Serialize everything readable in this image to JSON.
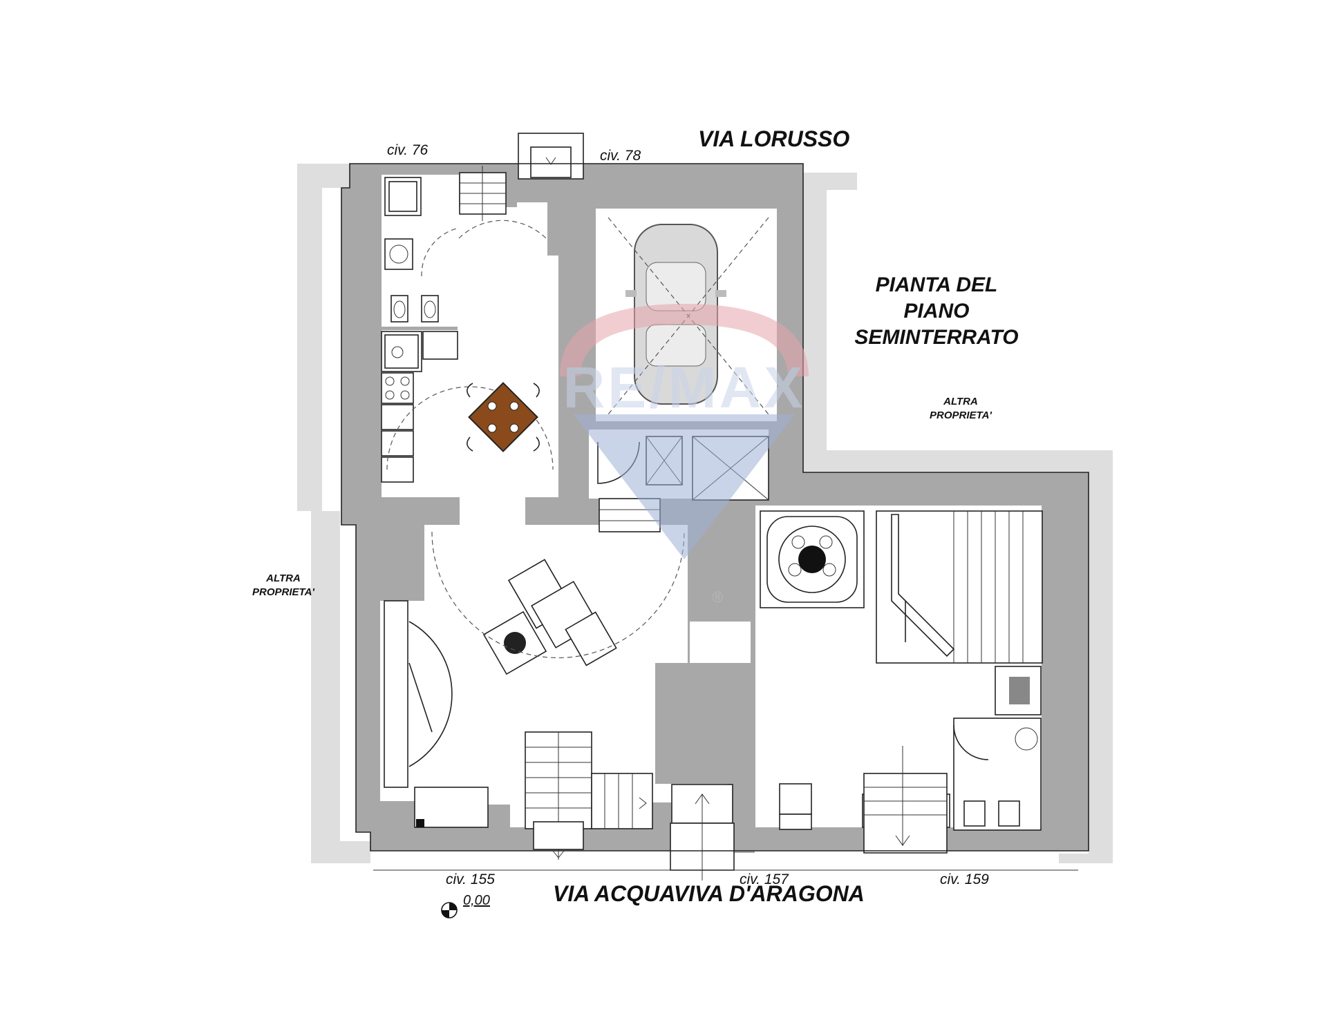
{
  "title": {
    "line1": "PIANTA DEL",
    "line2": "PIANO",
    "line3": "SEMINTERRATO"
  },
  "streets": {
    "north": "VIA LORUSSO",
    "south": "VIA ACQUAVIVA D'ARAGONA"
  },
  "civici": {
    "civ76": "civ. 76",
    "civ78": "civ. 78",
    "civ155": "civ. 155",
    "civ157": "civ. 157",
    "civ159": "civ. 159"
  },
  "neighbors": {
    "right": {
      "line1": "ALTRA",
      "line2": "PROPRIETA'"
    },
    "left": {
      "line1": "ALTRA",
      "line2": "PROPRIETA'"
    }
  },
  "level": "0,00",
  "watermark": {
    "brand": "RE/MAX",
    "mark": "®"
  },
  "colors": {
    "wall": "#a8a8a8",
    "exterior": "#dedede",
    "logo_red": "#e6a4ac",
    "logo_blue": "#9fb0d6",
    "table": "#8a4a1c"
  }
}
